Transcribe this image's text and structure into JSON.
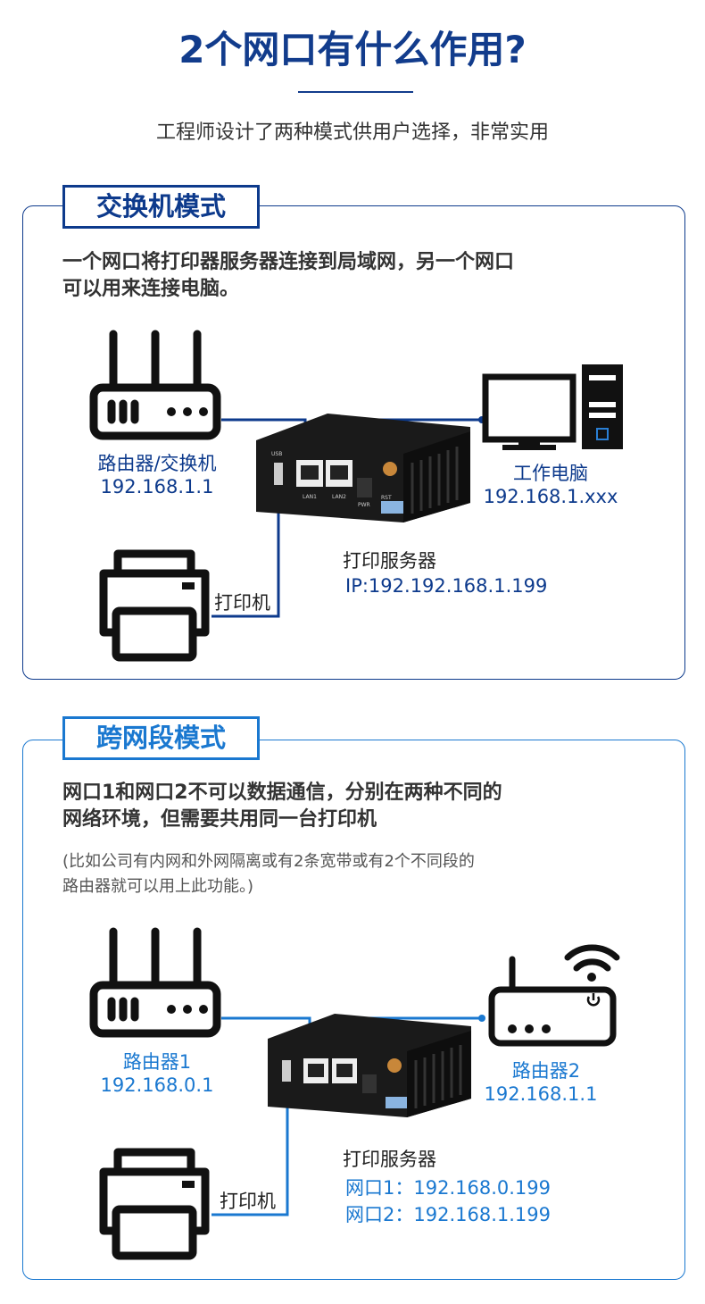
{
  "header": {
    "title": "2个网口有什么作用?",
    "subtitle": "工程师设计了两种模式供用户选择，非常实用"
  },
  "colors": {
    "dark_blue": "#0d3a8c",
    "light_blue": "#1a78d0"
  },
  "switch_mode": {
    "title": "交换机模式",
    "desc": [
      "一个网口将打印器服务器连接到局域网，另一个网口",
      "可以用来连接电脑。"
    ],
    "router": {
      "label": "路由器/交换机",
      "ip": "192.168.1.1"
    },
    "pc": {
      "label": "工作电脑",
      "ip": "192.168.1.xxx"
    },
    "printer": {
      "label": "打印机"
    },
    "server": {
      "label": "打印服务器",
      "ip": "IP:192.192.168.1.199"
    }
  },
  "cross_mode": {
    "title": "跨网段模式",
    "desc": [
      "网口1和网口2不可以数据通信，分别在两种不同的",
      "网络环境，但需要共用同一台打印机"
    ],
    "note": [
      "(比如公司有内网和外网隔离或有2条宽带或有2个不同段的",
      "路由器就可以用上此功能。)"
    ],
    "router1": {
      "label": "路由器1",
      "ip": "192.168.0.1"
    },
    "router2": {
      "label": "路由器2",
      "ip": "192.168.1.1"
    },
    "printer": {
      "label": "打印机"
    },
    "server": {
      "label": "打印服务器",
      "port1": "网口1：192.168.0.199",
      "port2": "网口2：192.168.1.199"
    }
  },
  "device": {
    "usb": "USB",
    "lan1": "LAN1",
    "lan2": "LAN2",
    "pwr": "PWR",
    "rst": "RST"
  }
}
